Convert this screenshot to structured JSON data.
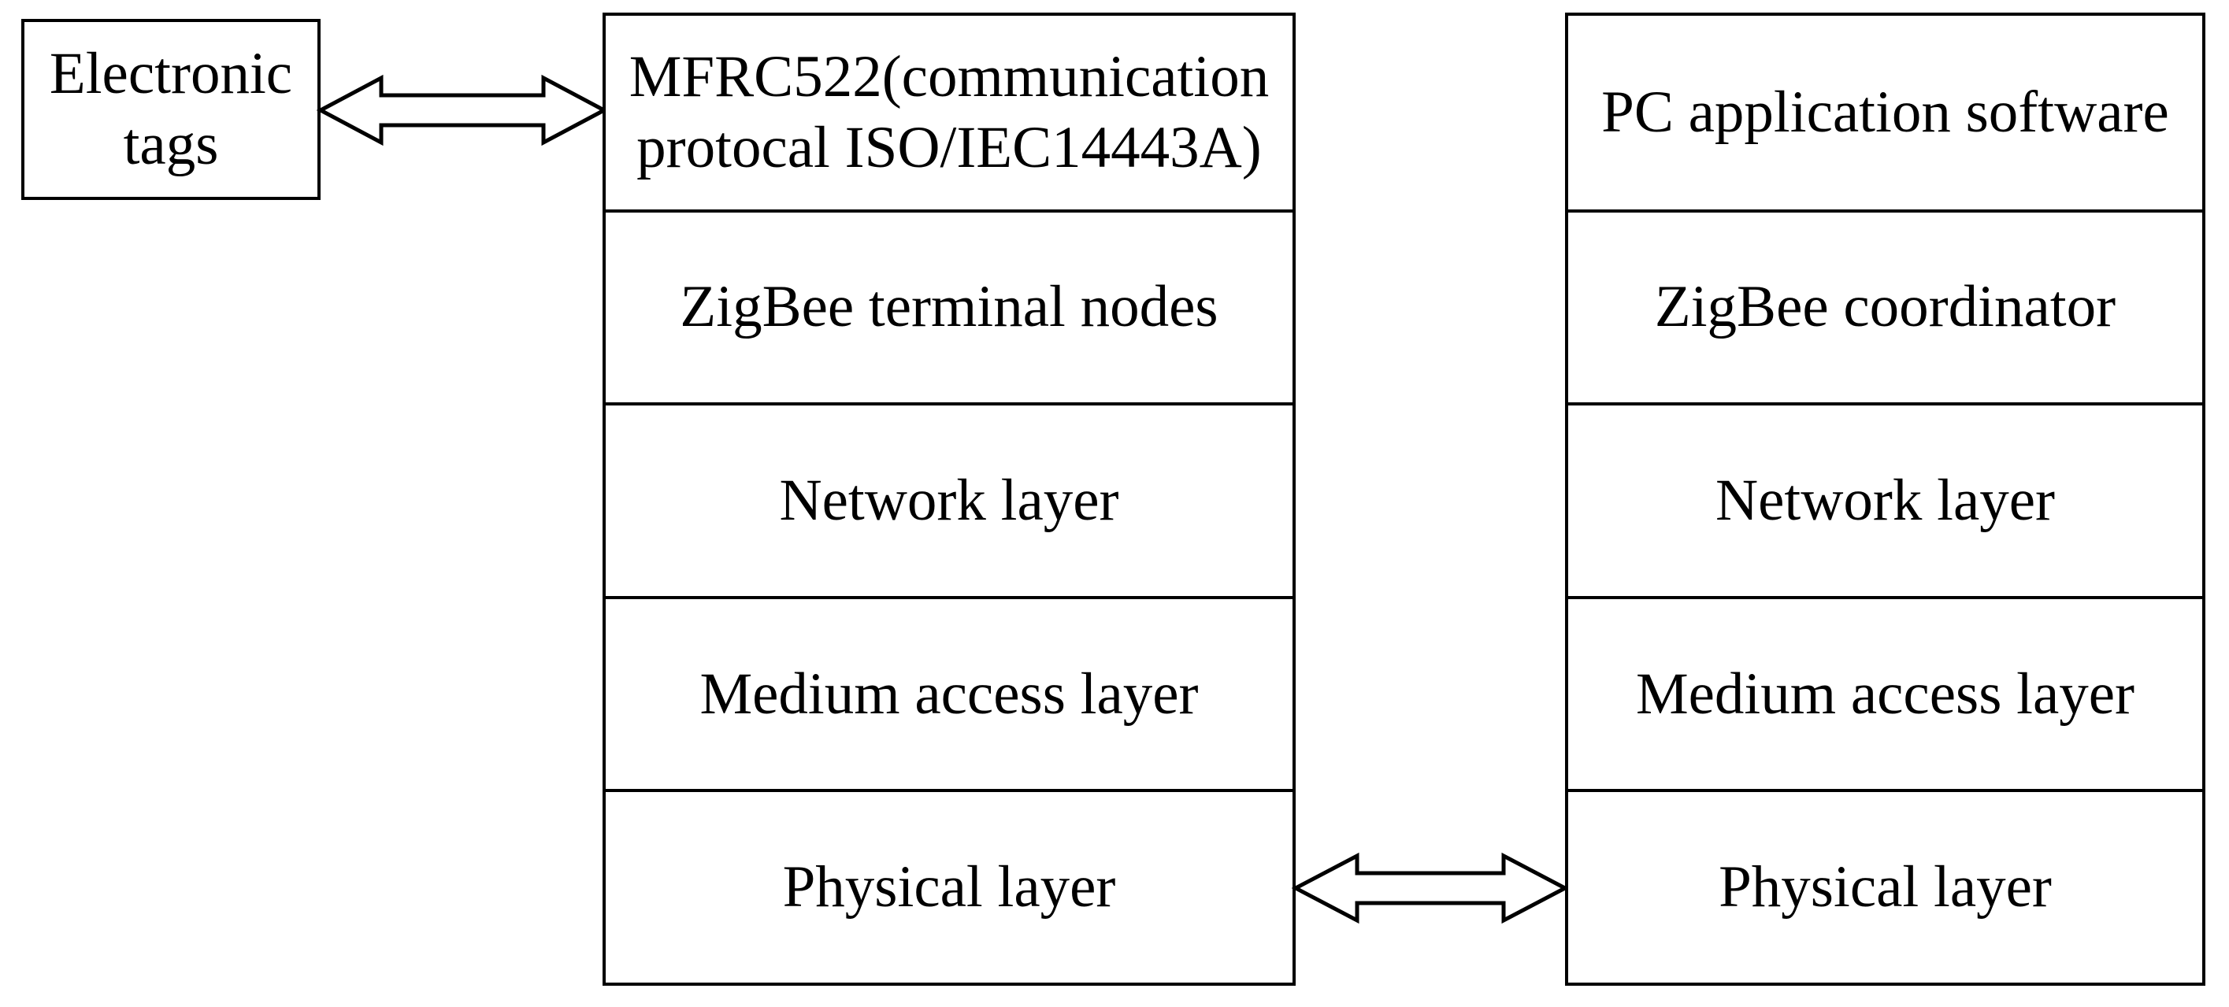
{
  "diagram": {
    "background_color": "#ffffff",
    "line_color": "#000000",
    "tags_box": {
      "label": "Electronic\ntags"
    },
    "left_stack": {
      "rows": [
        {
          "label": "MFRC522(communication\nprotocal ISO/IEC14443A)"
        },
        {
          "label": "ZigBee terminal nodes"
        },
        {
          "label": "Network layer"
        },
        {
          "label": "Medium access layer"
        },
        {
          "label": "Physical layer"
        }
      ]
    },
    "right_stack": {
      "rows": [
        {
          "label": "PC application software"
        },
        {
          "label": "ZigBee coordinator"
        },
        {
          "label": "Network layer"
        },
        {
          "label": "Medium access layer"
        },
        {
          "label": "Physical layer"
        }
      ]
    },
    "arrows": [
      {
        "name": "tags-to-mfrc522",
        "type": "double-headed"
      },
      {
        "name": "physical-to-physical",
        "type": "double-headed"
      }
    ]
  }
}
